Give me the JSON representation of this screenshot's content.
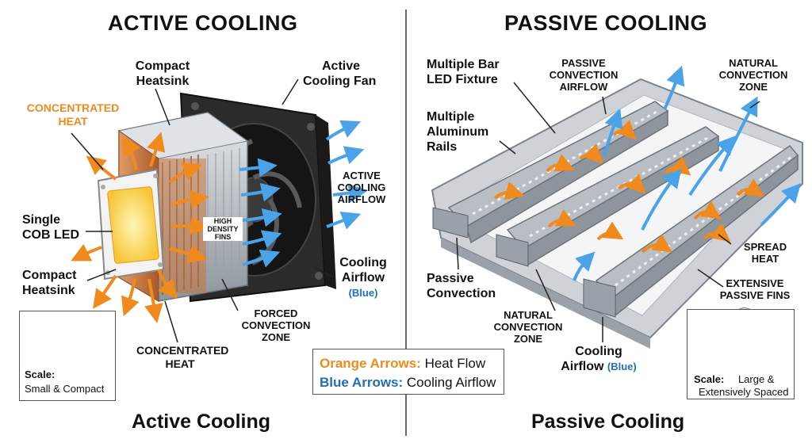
{
  "left": {
    "title": "ACTIVE COOLING",
    "footer": "Active Cooling",
    "labels": {
      "compact_heatsink_top_l1": "Compact",
      "compact_heatsink_top_l2": "Heatsink",
      "active_fan_l1": "Active",
      "active_fan_l2": "Cooling Fan",
      "concentrated_heat_top_l1": "CONCENTRATED",
      "concentrated_heat_top_l2": "HEAT",
      "active_airflow_l1": "ACTIVE",
      "active_airflow_l2": "COOLING",
      "active_airflow_l3": "AIRFLOW",
      "single_cob_l1": "Single",
      "single_cob_l2": "COB LED",
      "high_density_l1": "HIGH",
      "high_density_l2": "DENSITY",
      "high_density_l3": "FINS",
      "compact_heatsink_low_l1": "Compact",
      "compact_heatsink_low_l2": "Heatsink",
      "cooling_airflow_l1": "Cooling",
      "cooling_airflow_l2": "Airflow",
      "cooling_airflow_l3": "(Blue)",
      "forced_conv_l1": "FORCED",
      "forced_conv_l2": "CONVECTION",
      "forced_conv_l3": "ZONE",
      "concentrated_heat_low_l1": "CONCENTRATED",
      "concentrated_heat_low_l2": "HEAT"
    },
    "scale_box": {
      "label": "Scale:",
      "value": "Small & Compact"
    }
  },
  "right": {
    "title": "PASSIVE COOLING",
    "footer": "Passive Cooling",
    "labels": {
      "multi_bar_l1": "Multiple Bar",
      "multi_bar_l2": "LED Fixture",
      "passive_airflow_l1": "PASSIVE",
      "passive_airflow_l2": "CONVECTION",
      "passive_airflow_l3": "AIRFLOW",
      "natural_zone_top_l1": "NATURAL",
      "natural_zone_top_l2": "CONVECTION",
      "natural_zone_top_l3": "ZONE",
      "multi_rails_l1": "Multiple",
      "multi_rails_l2": "Aluminum",
      "multi_rails_l3": "Rails",
      "spread_heat_l1": "SPREAD",
      "spread_heat_l2": "HEAT",
      "passive_conv_l1": "Passive",
      "passive_conv_l2": "Convection",
      "extensive_fins_l1": "EXTENSIVE",
      "extensive_fins_l2": "PASSIVE FINS",
      "natural_zone_low_l1": "NATURAL",
      "natural_zone_low_l2": "CONVECTION",
      "natural_zone_low_l3": "ZONE",
      "cooling_airflow_l1": "Cooling",
      "cooling_airflow_l2": "Airflow",
      "cooling_airflow_l3": "(Blue)"
    },
    "scale_box": {
      "label": "Scale:",
      "value_l1": "Large &",
      "value_l2": "Extensively Spaced"
    }
  },
  "legend": {
    "orange_key": "Orange Arrows:",
    "orange_value": "Heat Flow",
    "blue_key": "Blue Arrows:",
    "blue_value": "Cooling Airflow"
  },
  "colors": {
    "heat": "#f08a1c",
    "airflow": "#4aa3e8",
    "copper": "#c8763f",
    "aluminum": "#b9bec4",
    "fan": "#2b2b2b",
    "led": "#ffd24a"
  }
}
